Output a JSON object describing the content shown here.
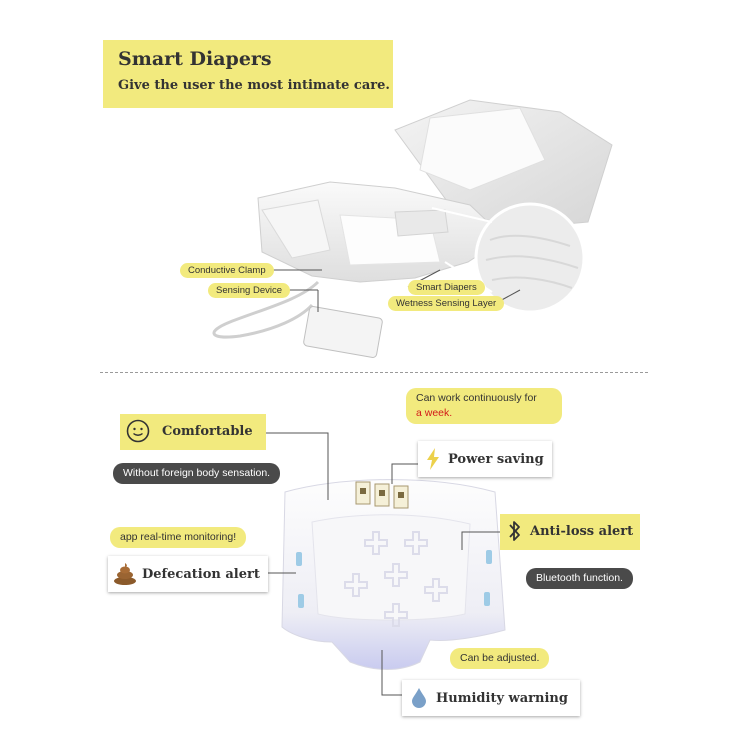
{
  "header": {
    "title": "Smart Diapers",
    "subtitle": "Give the user the most intimate care."
  },
  "diagram": {
    "labels": {
      "conductive_clamp": "Conductive Clamp",
      "sensing_device": "Sensing Device",
      "smart_diapers": "Smart Diapers",
      "wetness_layer": "Wetness Sensing Layer"
    }
  },
  "features": {
    "comfortable": {
      "label": "Comfortable",
      "note": "Without foreign body sensation.",
      "icon": "smiley-icon"
    },
    "power_saving": {
      "label": "Power saving",
      "note_prefix": "Can work continuously for",
      "note_highlight": "a week.",
      "icon": "lightning-icon"
    },
    "anti_loss": {
      "label": "Anti-loss alert",
      "note": "Bluetooth function.",
      "icon": "bluetooth-icon"
    },
    "defecation": {
      "label": "Defecation alert",
      "note": "app real-time monitoring!",
      "icon": "poop-icon"
    },
    "humidity": {
      "label": "Humidity warning",
      "note": "Can be adjusted.",
      "icon": "water-drop-icon"
    }
  },
  "colors": {
    "accent_yellow": "#f2ea7e",
    "dark_bubble": "#4a4a4a",
    "highlight_red": "#d21a1a"
  }
}
